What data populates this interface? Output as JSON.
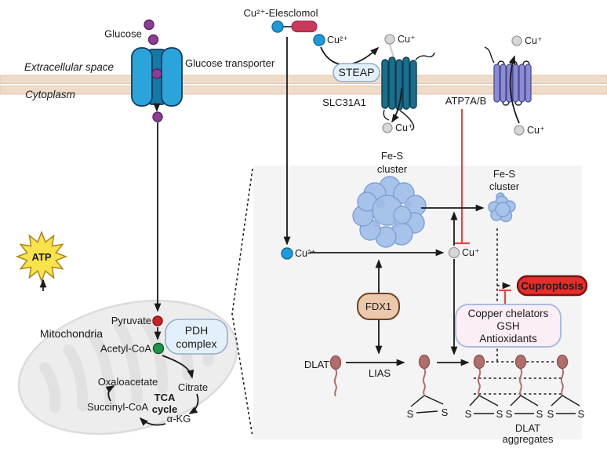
{
  "labels": {
    "glucose": "Glucose",
    "glucose_transporter": "Glucose transporter",
    "extracellular_space": "Extracellular space",
    "cytoplasm": "Cytoplasm",
    "cu_elesclomol": "Cu²⁺-Elesclomol",
    "cu2": "Cu²⁺",
    "cu1": "Cu⁺",
    "steap": "STEAP",
    "slc31a1": "SLC31A1",
    "atp7ab": "ATP7A/B",
    "fes_line1": "Fe-S",
    "fes_line2": "cluster",
    "atp": "ATP",
    "mitochondria": "Mitochondria",
    "pyruvate": "Pyruvate",
    "acetyl_coa": "Acetyl-CoA",
    "pdh_line1": "PDH",
    "pdh_line2": "complex",
    "oxaloacetate": "Oxaloacetate",
    "citrate": "Citrate",
    "tca_line1": "TCA",
    "tca_line2": "cycle",
    "succinyl_coa": "Succinyl-CoA",
    "akg": "α-KG",
    "fdx1": "FDX1",
    "dlat": "DLAT",
    "lias": "LIAS",
    "cuproptosis": "Cuproptosis",
    "chelators_line1": "Copper chelators",
    "chelators_line2": "GSH",
    "chelators_line3": "Antioxidants",
    "aggregates_line1": "DLAT",
    "aggregates_line2": "aggregates",
    "sulfur": "S"
  },
  "colors": {
    "membrane": "#eedbc8",
    "inset_bg": "#f4f4f5",
    "cu2_blue": "#1f9ad6",
    "cu1_gray": "#d7d7d7",
    "glucose_purple": "#8d3d96",
    "pyruvate_red": "#cc2127",
    "acetylcoa_green": "#1d9648",
    "teal_protein": "#1a6f8d",
    "purple_protein": "#8c8cd2",
    "elesclomol_red": "#c8395b",
    "fes_blue": "#a8c3ea",
    "atp_yellow": "#f9e34d",
    "fdx1_tan": "#ecc9ab",
    "lightblue_fill": "#e3f0fb",
    "pink_fill": "#fceef6",
    "pink_border": "#a8bce0",
    "cuproptosis_fill": "#e82c2c",
    "cuproptosis_border": "#7e1111",
    "inhibit_red": "#df4b41",
    "dlat_brown": "#b06f6b",
    "mito_gray": "#ededee"
  }
}
